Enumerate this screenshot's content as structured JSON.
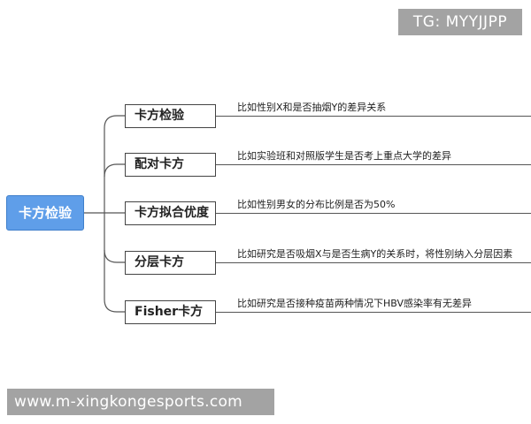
{
  "watermarks": {
    "top": "TG: MYYJJPP",
    "bottom": "www.m-xingkongesports.com"
  },
  "mindmap": {
    "root": "卡方检验",
    "branches": [
      {
        "label": "卡方检验",
        "note": "比如性别X和是否抽烟Y的差异关系"
      },
      {
        "label": "配对卡方",
        "note": "比如实验班和对照版学生是否考上重点大学的差异"
      },
      {
        "label": "卡方拟合优度",
        "note": "比如性别男女的分布比例是否为50%"
      },
      {
        "label": "分层卡方",
        "note": "比如研究是否吸烟X与是否生病Y的关系时，将性别纳入分层因素"
      },
      {
        "label": "Fisher卡方",
        "note": "比如研究是否接种疫苗两种情况下HBV感染率有无差异"
      }
    ]
  },
  "colors": {
    "root_fill": "#5f9ee9",
    "watermark_fill": "#a3a3a3",
    "line": "#555555"
  }
}
